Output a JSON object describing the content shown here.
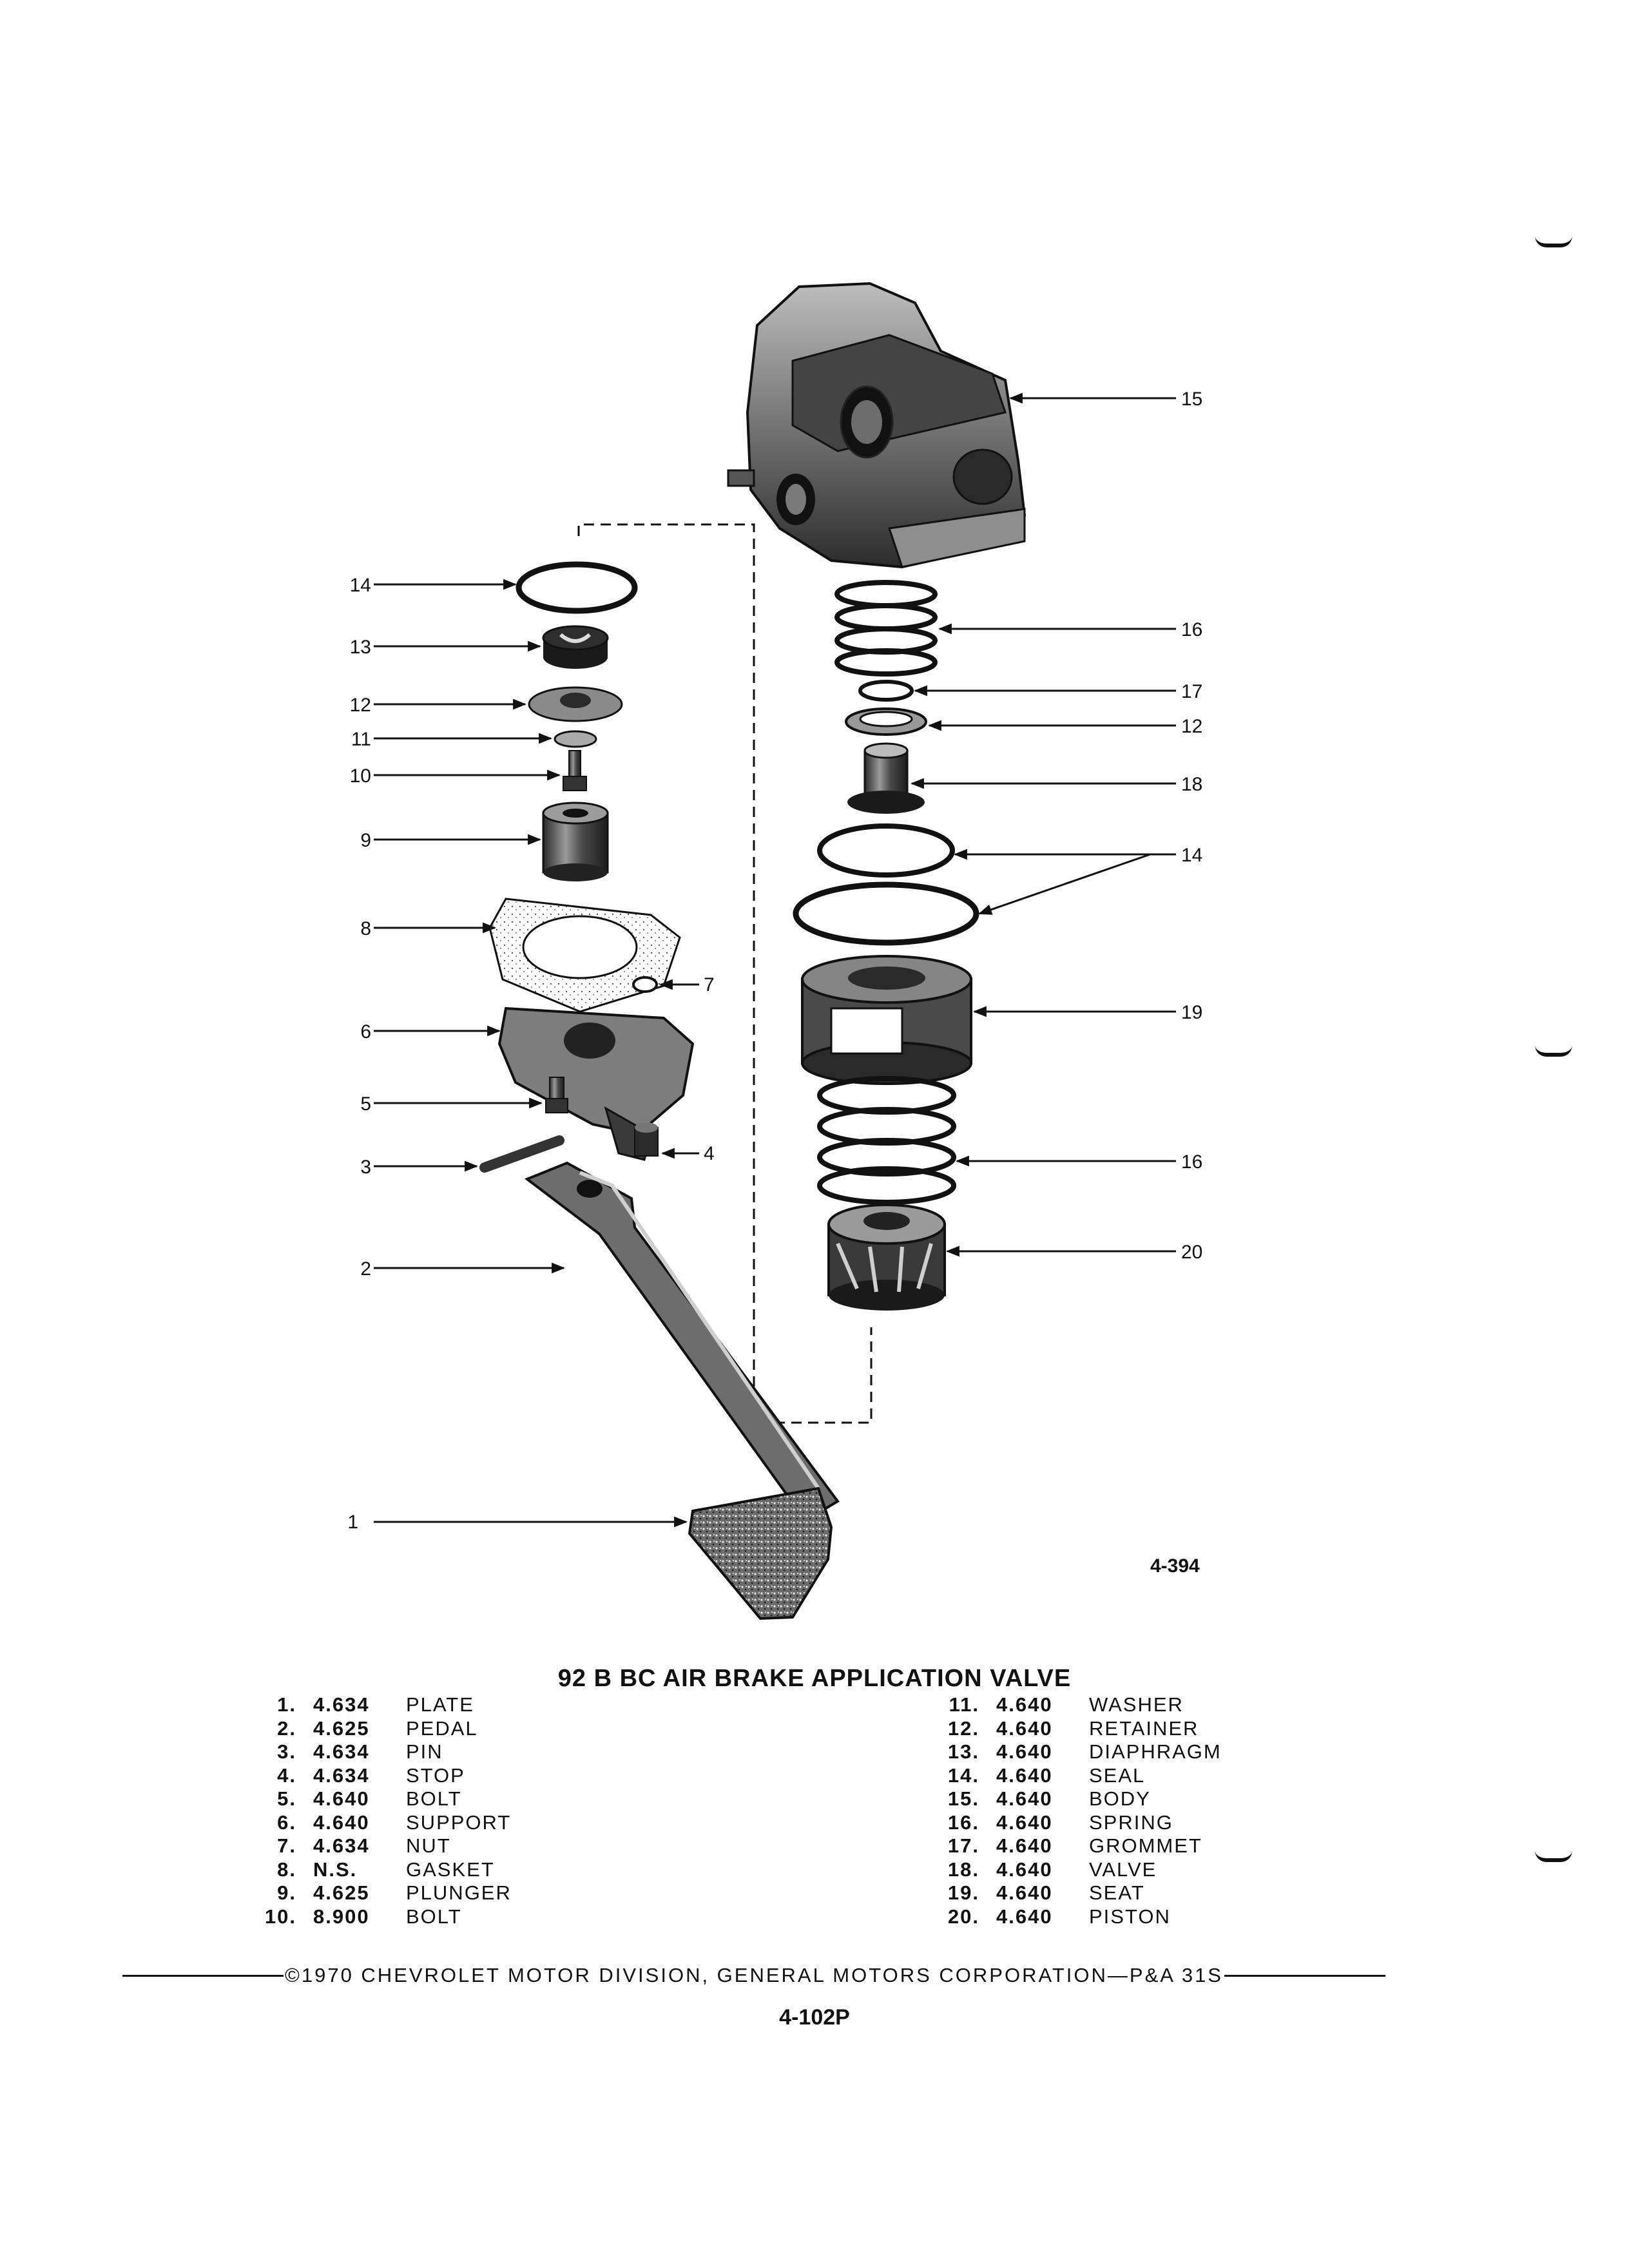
{
  "diagram": {
    "callouts": [
      "1",
      "2",
      "3",
      "4",
      "5",
      "6",
      "7",
      "8",
      "9",
      "10",
      "11",
      "12",
      "13",
      "14",
      "14",
      "12",
      "16",
      "16",
      "17",
      "18",
      "19",
      "20",
      "15"
    ],
    "figure_number": "4-394"
  },
  "title": "92 B BC AIR BRAKE APPLICATION VALVE",
  "parts_left": [
    {
      "num": "1.",
      "code": "4.634",
      "name": "PLATE"
    },
    {
      "num": "2.",
      "code": "4.625",
      "name": "PEDAL"
    },
    {
      "num": "3.",
      "code": "4.634",
      "name": "PIN"
    },
    {
      "num": "4.",
      "code": "4.634",
      "name": "STOP"
    },
    {
      "num": "5.",
      "code": "4.640",
      "name": "BOLT"
    },
    {
      "num": "6.",
      "code": "4.640",
      "name": "SUPPORT"
    },
    {
      "num": "7.",
      "code": "4.634",
      "name": "NUT"
    },
    {
      "num": "8.",
      "code": "N.S.",
      "name": "GASKET"
    },
    {
      "num": "9.",
      "code": "4.625",
      "name": "PLUNGER"
    },
    {
      "num": "10.",
      "code": "8.900",
      "name": "BOLT"
    }
  ],
  "parts_right": [
    {
      "num": "11.",
      "code": "4.640",
      "name": "WASHER"
    },
    {
      "num": "12.",
      "code": "4.640",
      "name": "RETAINER"
    },
    {
      "num": "13.",
      "code": "4.640",
      "name": "DIAPHRAGM"
    },
    {
      "num": "14.",
      "code": "4.640",
      "name": "SEAL"
    },
    {
      "num": "15.",
      "code": "4.640",
      "name": "BODY"
    },
    {
      "num": "16.",
      "code": "4.640",
      "name": "SPRING"
    },
    {
      "num": "17.",
      "code": "4.640",
      "name": "GROMMET"
    },
    {
      "num": "18.",
      "code": "4.640",
      "name": "VALVE"
    },
    {
      "num": "19.",
      "code": "4.640",
      "name": "SEAT"
    },
    {
      "num": "20.",
      "code": "4.640",
      "name": "PISTON"
    }
  ],
  "footer": "©1970 CHEVROLET MOTOR DIVISION, GENERAL MOTORS CORPORATION—P&A 31S",
  "page_number": "4-102P"
}
